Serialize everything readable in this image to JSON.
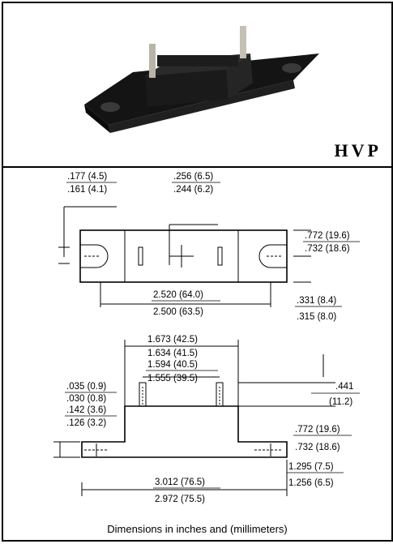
{
  "part_name": "HVP",
  "photo": {
    "subject": "black-relay-base-photo"
  },
  "top_view": {
    "slot_width_max": ".177 (4.5)",
    "slot_width_min": ".161 (4.1)",
    "center_offset_max": ".256 (6.5)",
    "center_offset_min": ".244 (6.2)",
    "height_max": ".772 (19.6)",
    "height_min": ".732 (18.6)",
    "length_max": "2.520 (64.0)",
    "length_min": "2.500 (63.5)",
    "half_height_max": ".331 (8.4)",
    "half_height_min": ".315 (8.0)"
  },
  "side_view": {
    "body_width_max": "1.673 (42.5)",
    "body_width_min": "1.634 (41.5)",
    "pin_spacing_max": "1.594 (40.5)",
    "pin_spacing_min": "1.555 (39.5)",
    "pin_thickness_max": ".035 (0.9)",
    "pin_thickness_min": ".030 (0.8)",
    "flange_thickness_max": ".142 (3.6)",
    "flange_thickness_min": ".126 (3.2)",
    "pin_height_in": ".441",
    "pin_height_mm": "(11.2)",
    "width_max": ".772 (19.6)",
    "width_min": ".732 (18.6)",
    "mount_offset_max": "1.295 (7.5)",
    "mount_offset_min": "1.256 (6.5)",
    "overall_length_max": "3.012 (76.5)",
    "overall_length_min": "2.972 (75.5)"
  },
  "caption": "Dimensions in inches and (millimeters)"
}
